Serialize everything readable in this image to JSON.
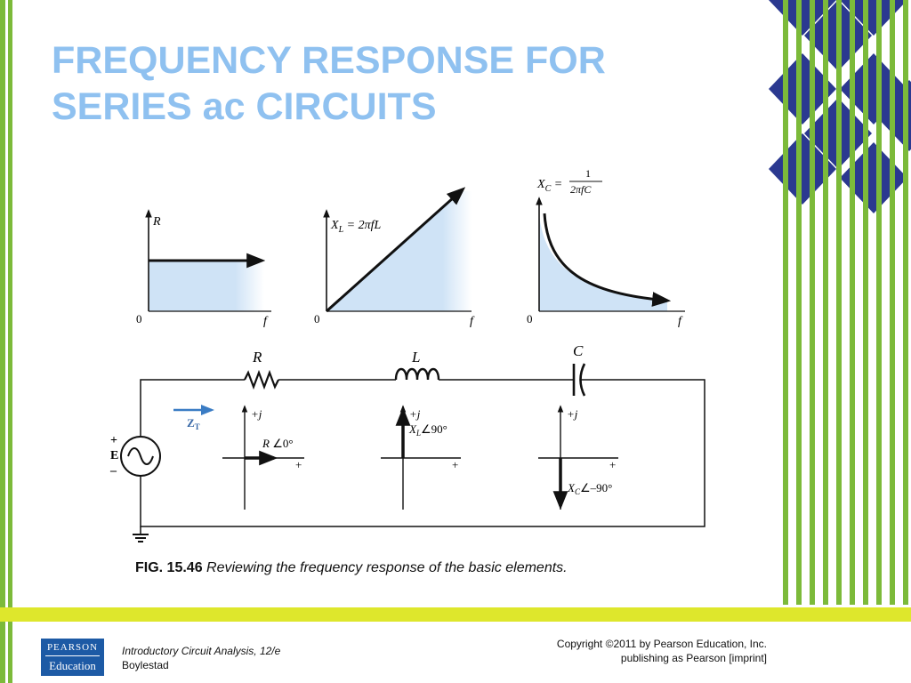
{
  "slide": {
    "title_line1": "FREQUENCY RESPONSE FOR",
    "title_line2": "SERIES ac CIRCUITS"
  },
  "diagram": {
    "plots": [
      {
        "id": "R",
        "y_label": "R",
        "x_label": "f",
        "origin_label": "0"
      },
      {
        "id": "XL",
        "y_label": "X",
        "y_label_sub": "L",
        "y_formula": " = 2πfL",
        "x_label": "f",
        "origin_label": "0"
      },
      {
        "id": "XC",
        "y_label": "X",
        "y_label_sub": "C",
        "y_formula_eq": " =",
        "y_formula_num": "1",
        "y_formula_den": "2πfC",
        "x_label": "f",
        "origin_label": "0"
      }
    ],
    "circuit": {
      "resistor_label": "R",
      "inductor_label": "L",
      "capacitor_label": "C",
      "source_plus": "+",
      "source_label": "E",
      "source_minus": "–",
      "current_label": "Z",
      "current_sub": "T"
    },
    "phasors": [
      {
        "id": "R",
        "j_label": "+j",
        "plus_label": "+",
        "name": "R",
        "angle": "∠0°"
      },
      {
        "id": "XL",
        "j_label": "+j",
        "plus_label": "+",
        "name": "X",
        "sub": "L",
        "angle": "∠90°"
      },
      {
        "id": "XC",
        "j_label": "+j",
        "plus_label": "+",
        "name": "X",
        "sub": "C",
        "angle": "∠–90°"
      }
    ]
  },
  "caption": {
    "fig_number": "FIG. 15.46",
    "text": "Reviewing the frequency response of the basic elements."
  },
  "footer": {
    "logo_line1": "PEARSON",
    "logo_line2": "Education",
    "book_title": "Introductory Circuit Analysis, 12/e",
    "author": "Boylestad",
    "copyright_line1": "Copyright ©2011 by Pearson Education, Inc.",
    "copyright_line2": "publishing as Pearson [imprint]"
  },
  "colors": {
    "title": "#8fc1f0",
    "green": "#7cba3a",
    "navy": "#2b3990",
    "yellow": "#dee72c",
    "fill_blue": "#cfe3f6"
  }
}
